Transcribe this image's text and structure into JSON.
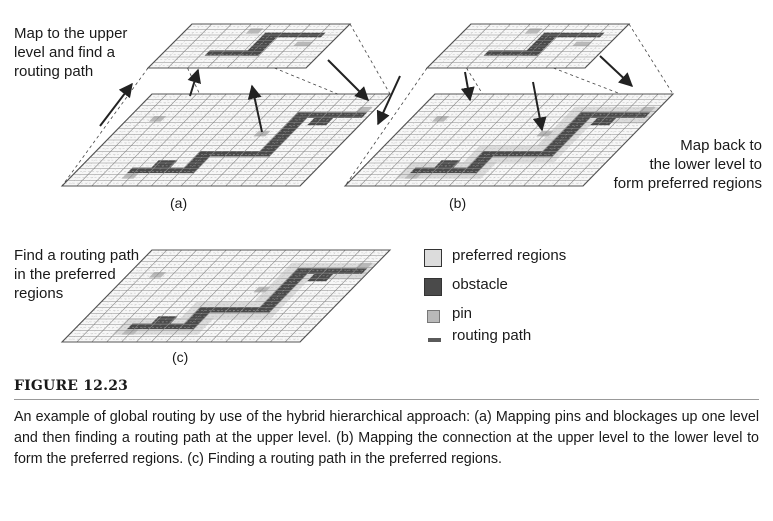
{
  "labels": {
    "a_line1": "Map to the upper",
    "a_line2": "level and find a",
    "a_line3": "routing path",
    "b_line1": "Map back to",
    "b_line2": "the lower level to",
    "b_line3": "form preferred regions",
    "c_line1": "Find a routing path",
    "c_line2": "in the preferred",
    "c_line3": "regions"
  },
  "sublabels": {
    "a": "(a)",
    "b": "(b)",
    "c": "(c)"
  },
  "legend": [
    {
      "label": "preferred regions",
      "color": "#dcdcdc"
    },
    {
      "label": "obstacle",
      "color": "#4a4a4a"
    },
    {
      "label": "pin",
      "color": "#b9b9b9"
    },
    {
      "label": "routing path",
      "color": "#5a5a5a"
    }
  ],
  "figure": {
    "title": "FIGURE 12.23",
    "caption": "An example of global routing by use of the hybrid hierarchical approach: (a) Mapping pins and blockages up one level and then finding a routing path at the upper level. (b) Mapping the connection at the upper level to the lower level to form the preferred regions. (c) Finding a routing path in the preferred regions."
  },
  "colors": {
    "grid_line": "#8a8a8a",
    "plane_fill": "#f7f7f7",
    "preferred": "#dcdcdc",
    "obstacle": "#4a4a4a",
    "pin": "#b9b9b9",
    "arrow": "#222222"
  }
}
